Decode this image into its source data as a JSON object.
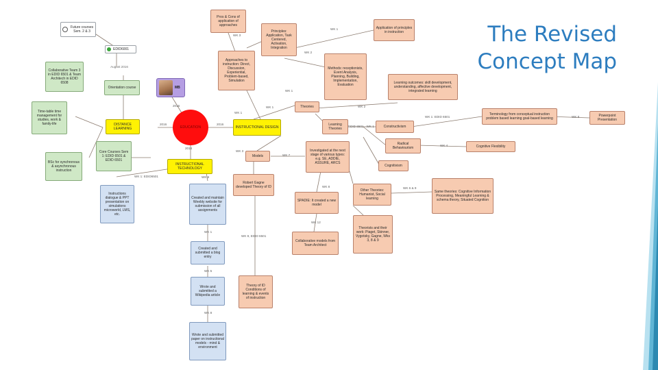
{
  "slide": {
    "title_line1": "The Revised",
    "title_line2": "Concept Map"
  },
  "colors": {
    "accent_blue": "#2d7dbf",
    "node_peach": "#f7cbb1",
    "node_yellow": "#fff203",
    "node_red": "#ff0d0d",
    "node_green": "#cfe8c6",
    "node_purple": "#b59ee3"
  },
  "icons": {
    "course_status_icon": "circle-icon",
    "course_code_icon": "green-check-icon",
    "photo": "profile-photo"
  },
  "nodes": {
    "future_courses": "Future courses Sem. 2 & 3",
    "edid6001": "EDID6001",
    "august_2016": "August 2016",
    "orientation_course": "Orientation course",
    "collaborative_team": "Collaborative Team 3 in EDID 6501 & Team Architech in EDID 6508",
    "time_management": "Time-table time management for studies, work & family-life",
    "bsc": "BSc for synchronous & asynchronous instruction",
    "core_courses": "Core Courses Sem 1: EDID 6501 & EDID 6501",
    "instructions_dialogue": "Instructions dialogue & PPT presentation on simulations microworld, LMS, etc.",
    "created_weebly": "Created and maintain Weebly website for submission of all assignments",
    "created_blog": "Created and submitted a blog entry",
    "wrote_wiki": "Wrote and submitted a Wikipedia article",
    "wrote_paper": "Wrote and submitted paper on instructional models - mind & environment",
    "distance_learning": "DISTANCE LEARNING",
    "red_circle": "EDUCATION",
    "instructional_design": "INSTRUCTIONAL DESIGN",
    "instructional_technology": "INSTRUCTIONAL TECHNOLOGY",
    "photo_label": "MB",
    "pros_cons": "Pros & Cons of application of approaches",
    "approaches": "Approaches to instruction: Direct, Discussion, Experiential, Problem-based, Simulation",
    "principles": "Principles: Application, Task Centered, Activation, Integration",
    "application_principles": "Application of principles in instruction",
    "methods": "Methods: receptionists, Event Analysis, Planning, Building, Implementation, Evaluation",
    "learning_outcomes": "Learning outcomes: skill development, understanding, affective development, integrated learning",
    "theories": "Theories",
    "learning_theories": "Learning Theories",
    "constructivism": "Constructivism",
    "models": "Models",
    "investigated": "Investigated at the next stage of various types: e.g. SE, ADDIE, ASSURE, ARCS",
    "radical_behaviourism": "Radical Behaviourism",
    "cognitivism": "Cognitivism",
    "robert_gagne": "Robert Gagne developed Theory of ID",
    "spadie": "SPADIE: It created a new model",
    "collab_models": "Collaborative models from Team Architect",
    "other_theories": "Other Theories: Humanist, Social learning",
    "theorists": "Theorists and their work: Piaget, Skinner, Vygotsky, Gagne, Wks 3, 8 & 9",
    "theory_conditions": "Theory of ID Conditions of learning & events of instruction",
    "terminology": "Terminology from conceptual instruction problem based learning goal-based learning",
    "powerpoint": "Powerpoint Presentation",
    "cog_flexibility": "Cognitive Flexibility",
    "same_theories": "Same theories: Cognitive Information Processing, Meaningful Learning & schema theory, Situated Cognition"
  },
  "edge_labels": {
    "e1": "2016",
    "e2": "2016",
    "e3": "2016",
    "e4": "2016",
    "e5": "WK 1",
    "e6": "WK 2",
    "e7": "WK 3",
    "e8": "WK 1",
    "e9": "WK 2",
    "e10": "WK 1",
    "e11": "WK 1",
    "e12": "WK 1: EDID 6501",
    "e13": "WK 3",
    "e14": "WK 8",
    "e15": "EDID 6501 - WK 1",
    "e16": "WK 4",
    "e17": "WK 7",
    "e18": "WK 8",
    "e19": "WK 12",
    "e20": "WK 6 & 9",
    "e21": "WK 9, EDID 6501",
    "e22": "WK 1: EDID6501",
    "e23": "WK 1",
    "e24": "WK 5",
    "e25": "WK 8",
    "e26": "WK 6"
  }
}
